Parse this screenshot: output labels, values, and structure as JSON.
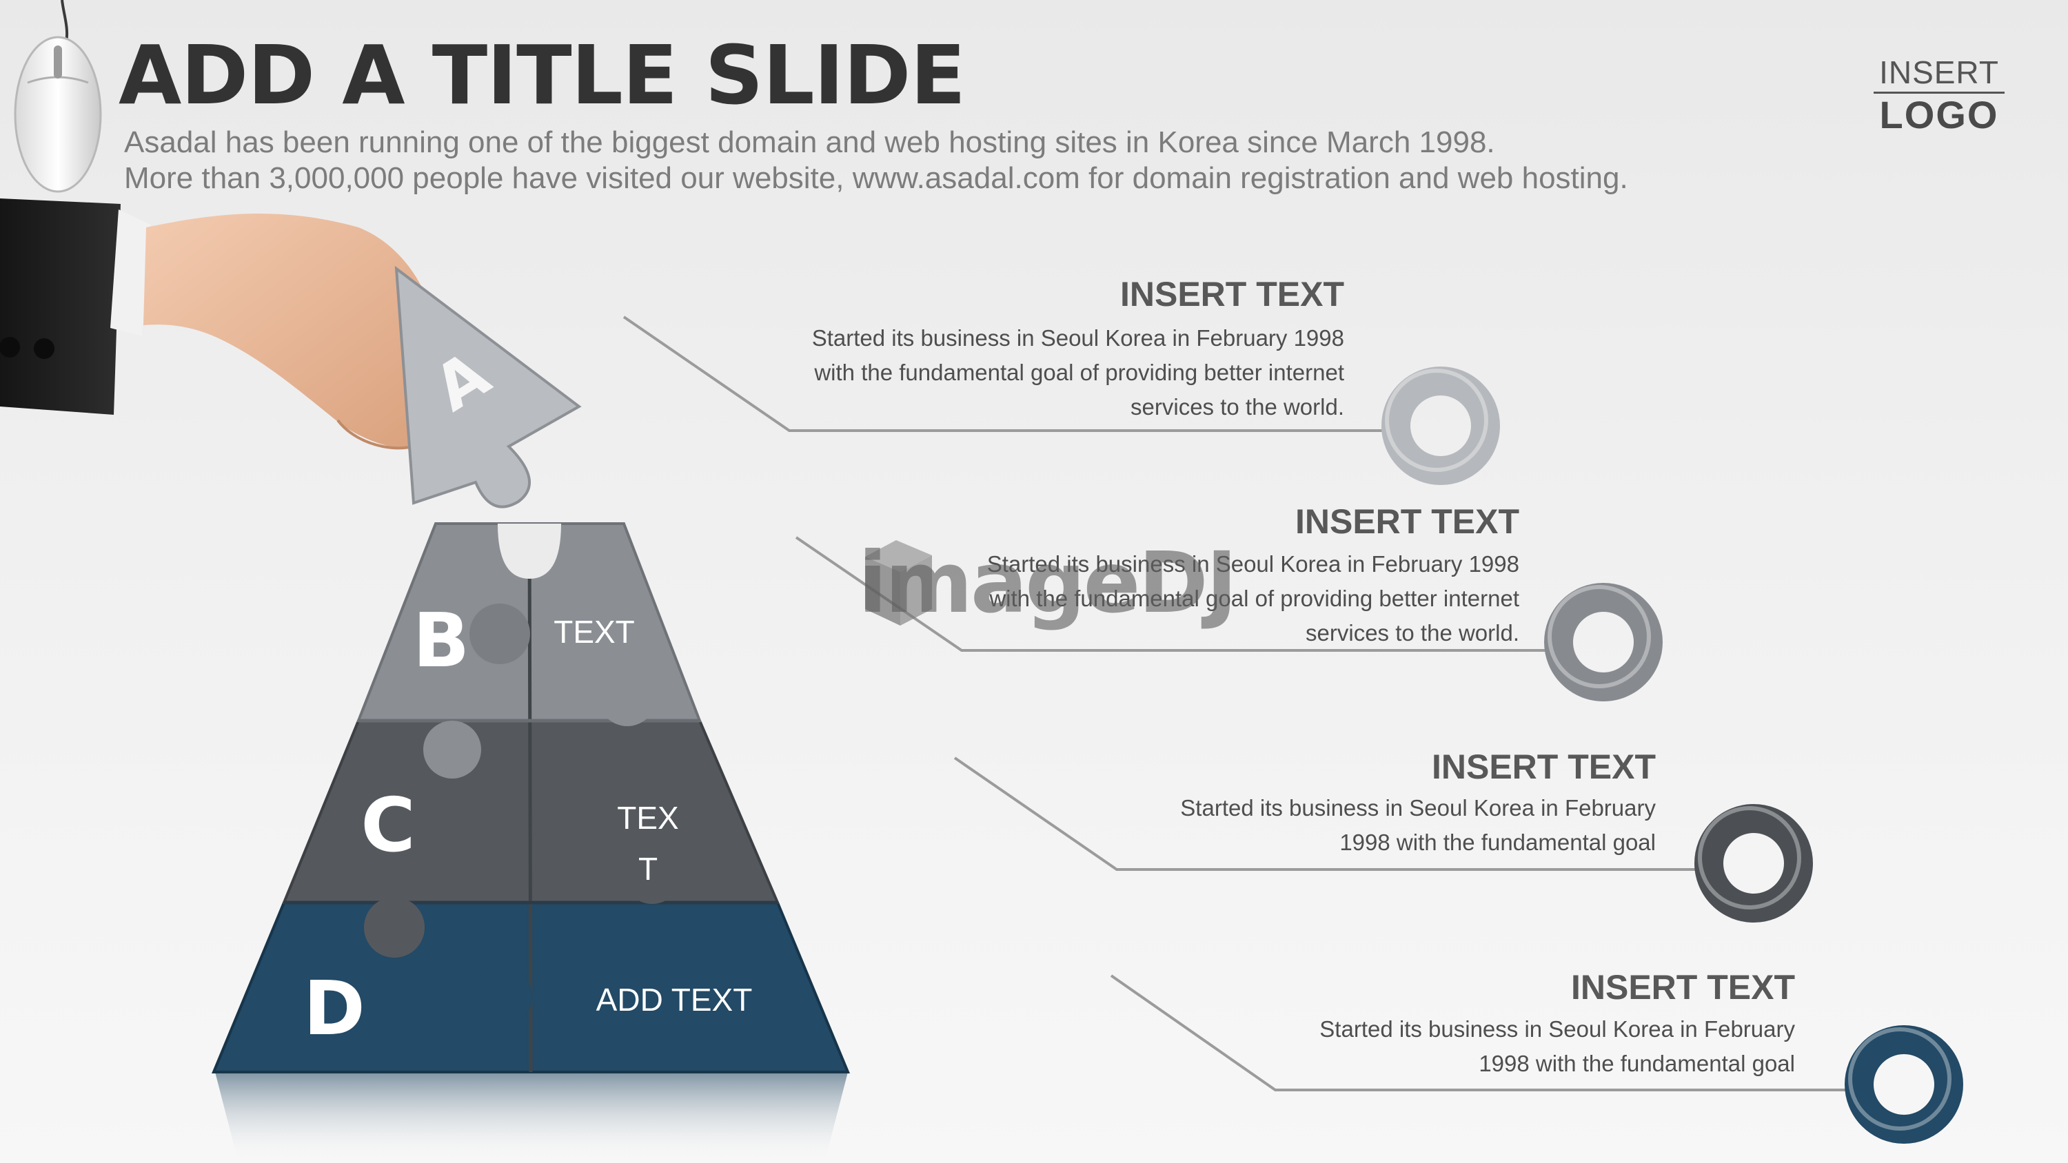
{
  "slide": {
    "title": "ADD A TITLE SLIDE",
    "subtitle_lines": [
      "Asadal has been running one of the biggest domain and web hosting sites in Korea since March 1998.",
      "More than 3,000,000 people have visited our website,  www.asadal.com for domain registration and web hosting."
    ]
  },
  "logo": {
    "line1": "INSERT",
    "line2": "LOGO"
  },
  "pyramid": {
    "pieces": [
      {
        "letter": "A",
        "color": "#b9bcc0"
      },
      {
        "letter": "B",
        "label": "TEXT",
        "color": "#8b8f94"
      },
      {
        "letter": "C",
        "label": "TEX\nT",
        "color": "#55595e"
      },
      {
        "letter": "D",
        "label": "ADD TEXT",
        "color": "#234a66"
      }
    ]
  },
  "items": [
    {
      "heading": "INSERT TEXT",
      "body": "Started its business in Seoul Korea in February 1998 with the fundamental goal of providing better internet services to the world.",
      "ring_color": "#b5b8bc"
    },
    {
      "heading": "INSERT TEXT",
      "body": "Started its business in Seoul Korea in February 1998 with the fundamental goal of providing better internet services to the world.",
      "ring_color": "#878b90"
    },
    {
      "heading": "INSERT TEXT",
      "body": "Started its business in Seoul Korea in February 1998 with the fundamental goal",
      "ring_color": "#4c5055"
    },
    {
      "heading": "INSERT TEXT",
      "body": "Started its business in Seoul Korea in February 1998 with the fundamental goal",
      "ring_color": "#234a66"
    }
  ],
  "watermark": "imageDJ"
}
